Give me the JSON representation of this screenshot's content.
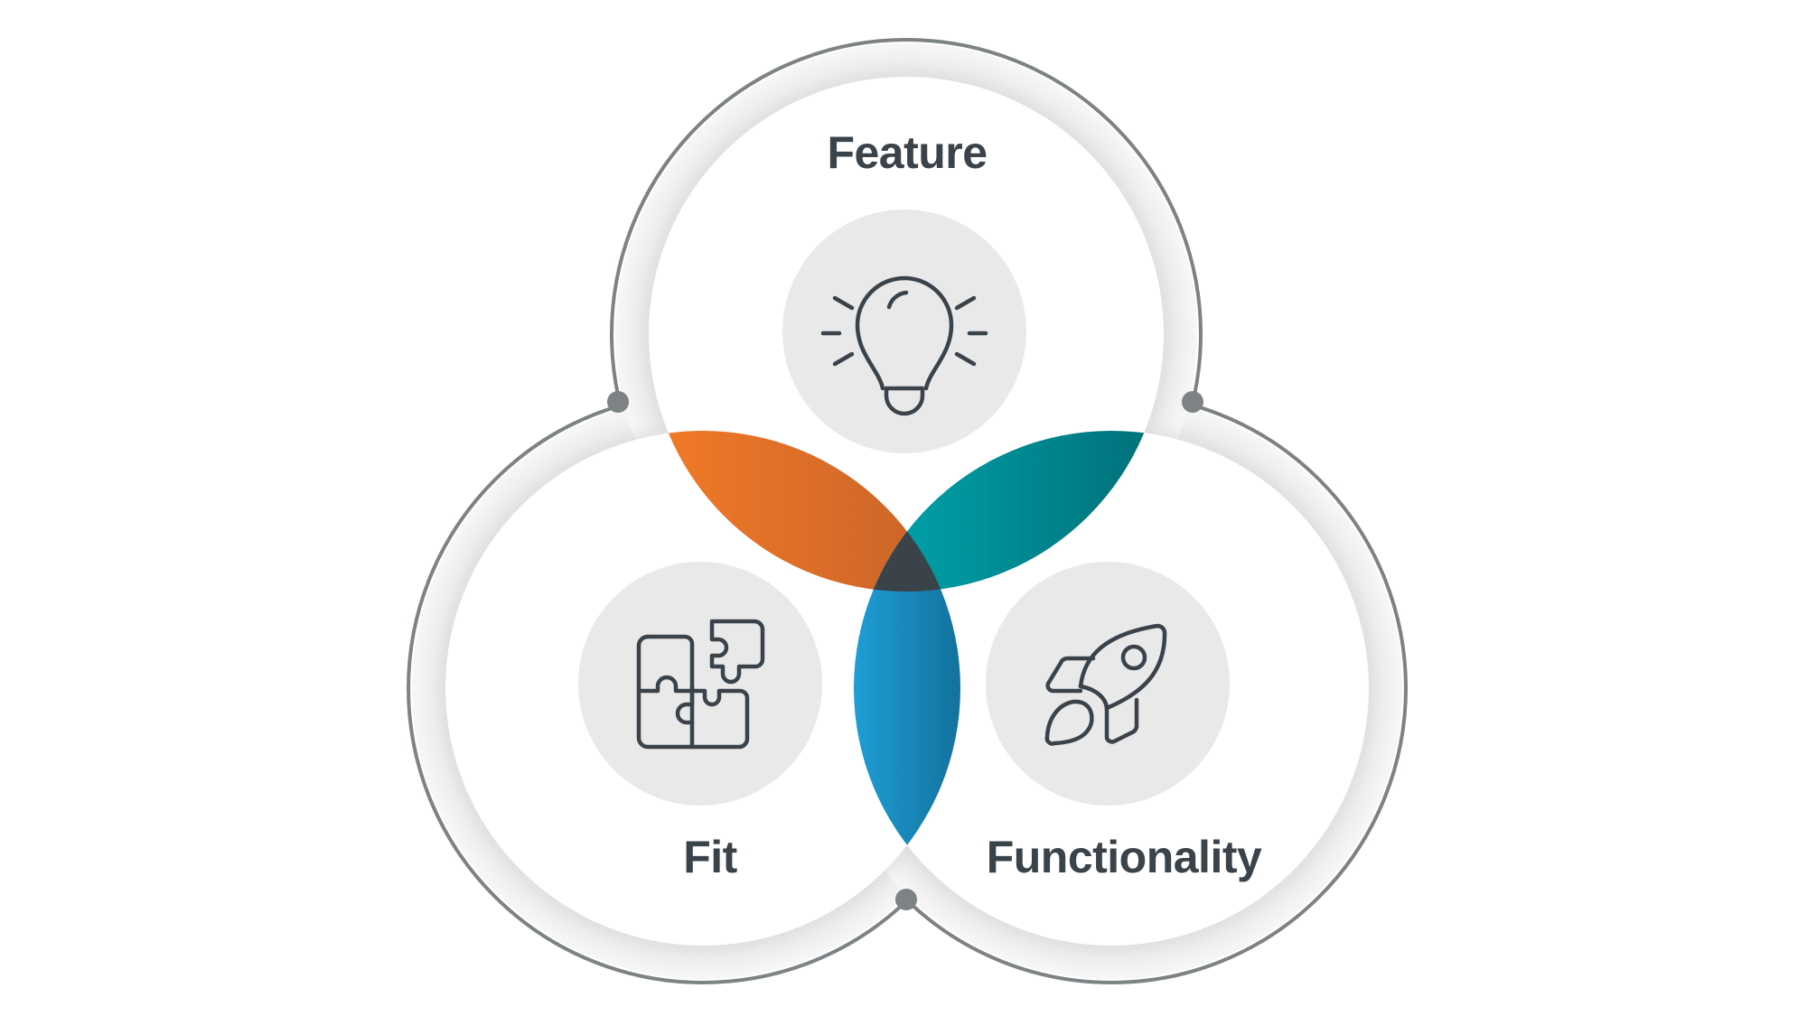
{
  "diagram": {
    "type": "three-set venn diagram",
    "sets": [
      {
        "id": "feature",
        "label": "Feature",
        "icon": "lightbulb-icon"
      },
      {
        "id": "fit",
        "label": "Fit",
        "icon": "puzzle-icon"
      },
      {
        "id": "functionality",
        "label": "Functionality",
        "icon": "rocket-icon"
      }
    ],
    "intersections": [
      {
        "sets": [
          "feature",
          "fit"
        ],
        "color_start": "#f57c26",
        "color_end": "#c6622a"
      },
      {
        "sets": [
          "feature",
          "functionality"
        ],
        "color_start": "#00a6ad",
        "color_end": "#006f78"
      },
      {
        "sets": [
          "fit",
          "functionality"
        ],
        "color_start": "#1fa2da",
        "color_end": "#126f9a"
      },
      {
        "sets": [
          "feature",
          "fit",
          "functionality"
        ],
        "color": "#3a424a"
      }
    ],
    "colors": {
      "text": "#3a424a",
      "outline": "#7d8285",
      "icon_disc": "#e9e9ea",
      "ring": "#ededee"
    }
  }
}
